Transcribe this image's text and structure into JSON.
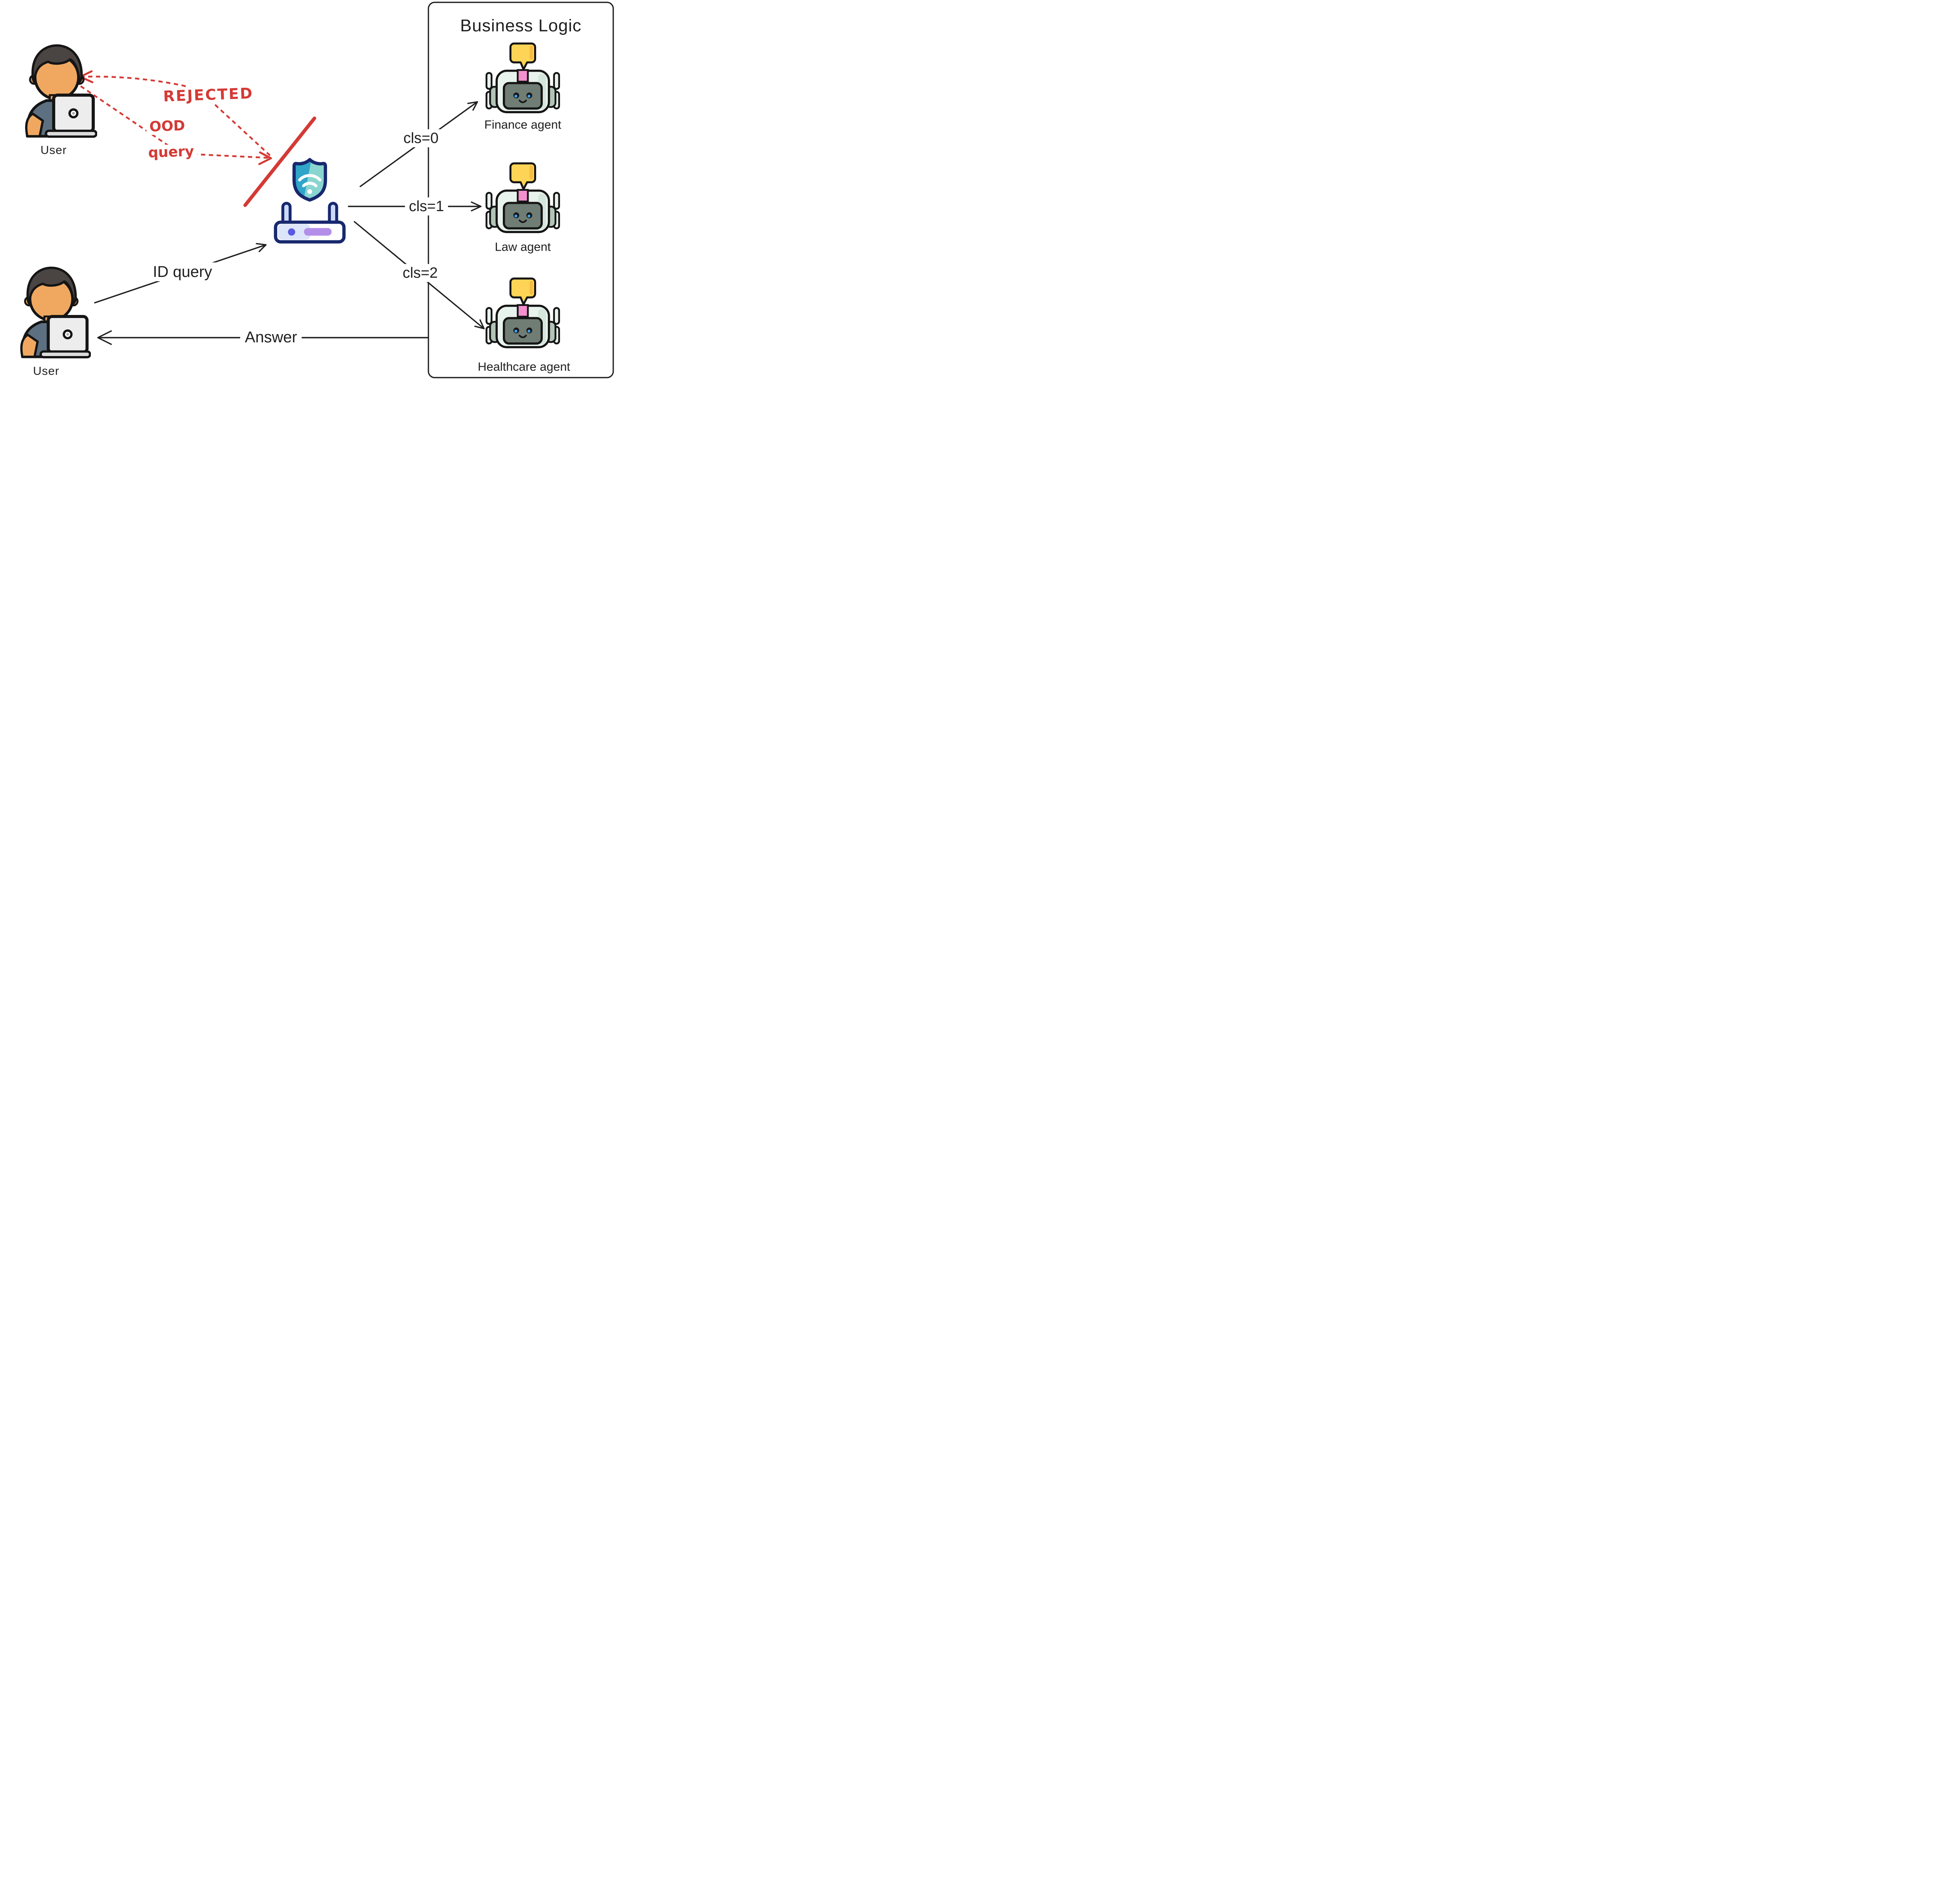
{
  "labels": {
    "user_top": "User",
    "user_bottom": "User",
    "rejected": "REJECTED",
    "ood_line1": "OOD",
    "ood_line2": "query",
    "id_query": "ID query",
    "answer": "Answer",
    "cls0": "cls=0",
    "cls1": "cls=1",
    "cls2": "cls=2"
  },
  "business_logic": {
    "title": "Business Logic",
    "agents": [
      {
        "label": "Finance agent"
      },
      {
        "label": "Law agent"
      },
      {
        "label": "Healthcare agent"
      }
    ]
  },
  "icons": {
    "user": "person-at-laptop-icon",
    "gateway": "wifi-shield-router-icon",
    "agent": "robot-chat-icon",
    "blocked": "red-slash-icon"
  },
  "colors": {
    "red": "#d43a35",
    "ink": "#1f1f1f",
    "outline": "#151515",
    "navy": "#17286e",
    "shield_dark": "#2fa5c9",
    "shield_light": "#8ad5d0",
    "lavender": "#ccd9f9",
    "panel": "#dde5fb",
    "router_dot": "#5a5ae0",
    "router_pill": "#b48fe9",
    "robot_mint": "#e9f3ee",
    "robot_mint_shade": "#d5e6dc",
    "robot_face": "#6f7d75",
    "robot_ear": "#b2c4b7",
    "robot_eye": "#3da2f0",
    "robot_pink": "#f590cf",
    "bubble": "#fdd455",
    "bubble_shade": "#f5bc41",
    "skin": "#f0a860",
    "hair": "#4a4442",
    "shirt": "#5d7081",
    "laptop": "#ededed",
    "laptop_base": "#dcdcdc"
  }
}
